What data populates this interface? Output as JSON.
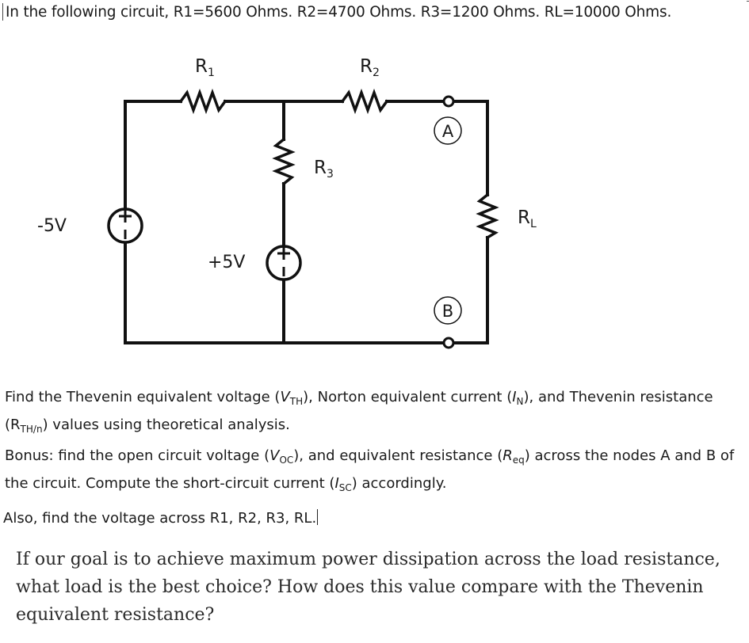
{
  "header": {
    "text": "In the following circuit, R1=5600 Ohms. R2=4700 Ohms. R3=1200 Ohms. RL=10000 Ohms."
  },
  "circuit": {
    "r1": {
      "main": "R",
      "sub": "1"
    },
    "r2": {
      "main": "R",
      "sub": "2"
    },
    "r3": {
      "main": "R",
      "sub": "3"
    },
    "rl": {
      "main": "R",
      "sub": "L"
    },
    "left_source_label": "-5V",
    "mid_source_label": "+5V",
    "node_a": "A",
    "node_b": "B"
  },
  "question1": {
    "t1": "Find the Thevenin equivalent voltage (",
    "vth_main": "V",
    "vth_sub": "TH",
    "t2": "), Norton equivalent current (",
    "in_main": "I",
    "in_sub": "N",
    "t3": "), and Thevenin resistance (",
    "rth_main": "R",
    "rth_sub": "TH/n",
    "t4": ") values using theoretical analysis."
  },
  "question2": {
    "t1": "Bonus: find the open circuit voltage (",
    "voc_main": "V",
    "voc_sub": "OC",
    "t2": "), and equivalent resistance (",
    "req_main": "R",
    "req_sub": "eq",
    "t3": ") across the nodes A and B of the circuit. Compute the short-circuit current (",
    "isc_main": "I",
    "isc_sub": "SC",
    "t4": ") accordingly."
  },
  "question3": {
    "text": "Also, find the voltage across R1, R2, R3, RL."
  },
  "question4": {
    "text": "If our goal is to achieve maximum power dissipation across the load resistance, what load is the best choice? How does this value compare with the Thevenin equivalent resistance?"
  }
}
